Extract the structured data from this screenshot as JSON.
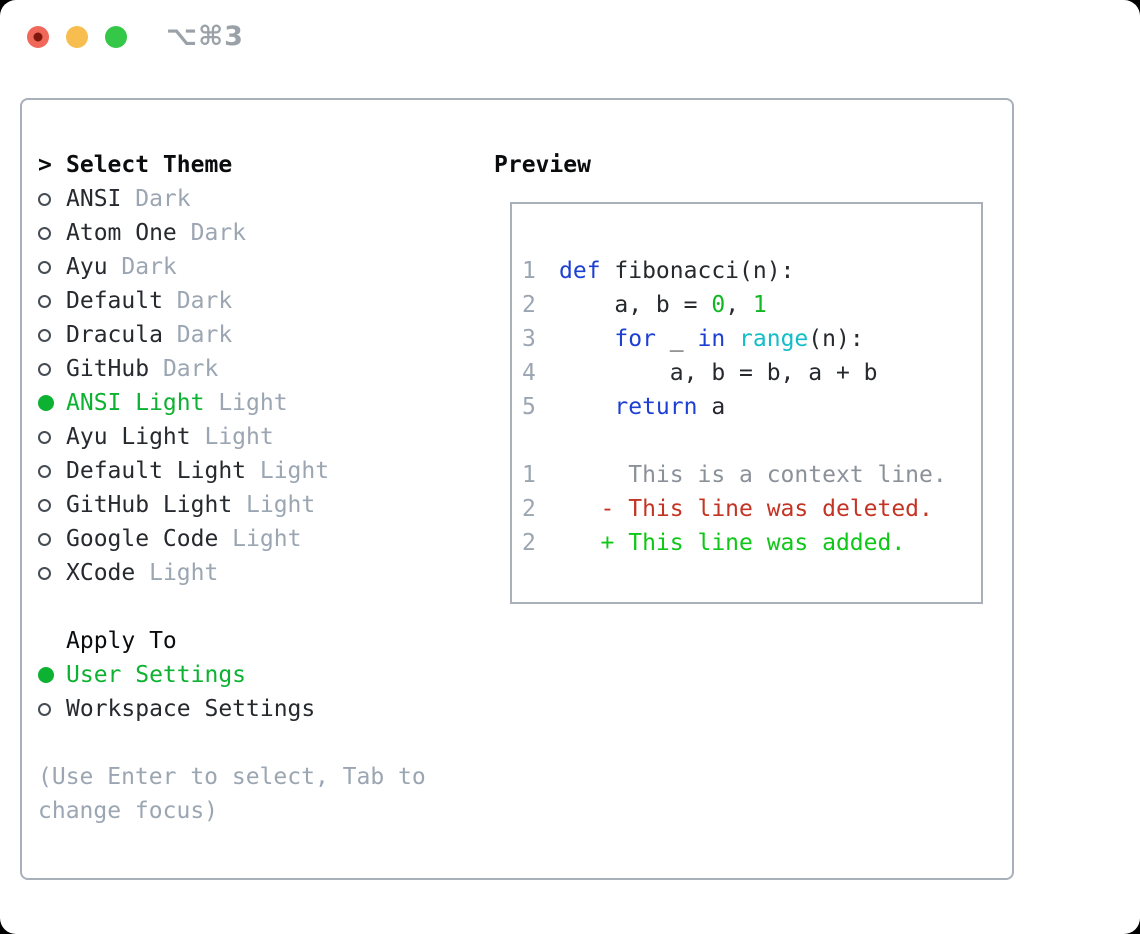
{
  "colors": {
    "fg": "#26292e",
    "header": "#0a0c0e",
    "muted": "#9ba6b2",
    "accent_green": "#0db232",
    "blue": "#1e40d2",
    "cyan": "#13bdc7",
    "number_green": "#12b821",
    "added_green": "#0fc718",
    "deleted_red": "#c43424",
    "context_gray": "#8b9199",
    "border": "#a9b0ba",
    "traffic_red": "#f0685a",
    "traffic_red_dot": "#7e180d",
    "traffic_yellow": "#f7bd4f",
    "traffic_green": "#34c748",
    "titlebar_text": "#9aa1a8"
  },
  "titlebar": {
    "shortcut": "⌥⌘3"
  },
  "theme_list": {
    "prompt": ">",
    "title": "Select Theme",
    "items": [
      {
        "name": "ANSI",
        "variant": "Dark",
        "selected": false
      },
      {
        "name": "Atom One",
        "variant": "Dark",
        "selected": false
      },
      {
        "name": "Ayu",
        "variant": "Dark",
        "selected": false
      },
      {
        "name": "Default",
        "variant": "Dark",
        "selected": false
      },
      {
        "name": "Dracula",
        "variant": "Dark",
        "selected": false
      },
      {
        "name": "GitHub",
        "variant": "Dark",
        "selected": false
      },
      {
        "name": "ANSI Light",
        "variant": "Light",
        "selected": true
      },
      {
        "name": "Ayu Light",
        "variant": "Light",
        "selected": false
      },
      {
        "name": "Default Light",
        "variant": "Light",
        "selected": false
      },
      {
        "name": "GitHub Light",
        "variant": "Light",
        "selected": false
      },
      {
        "name": "Google Code",
        "variant": "Light",
        "selected": false
      },
      {
        "name": "XCode",
        "variant": "Light",
        "selected": false
      }
    ]
  },
  "apply_to": {
    "title": "Apply To",
    "options": [
      {
        "label": "User Settings",
        "selected": true
      },
      {
        "label": "Workspace Settings",
        "selected": false
      }
    ]
  },
  "help_lines": [
    "(Use Enter to select, Tab to",
    "change focus)"
  ],
  "preview": {
    "title": "Preview",
    "lines": [
      {
        "no": "1",
        "segs": [
          [
            "def",
            "blue"
          ],
          [
            " fibonacci(n):",
            "fg"
          ]
        ]
      },
      {
        "no": "2",
        "segs": [
          [
            "    a, b = ",
            "fg"
          ],
          [
            "0",
            "number_green"
          ],
          [
            ", ",
            "fg"
          ],
          [
            "1",
            "number_green"
          ]
        ]
      },
      {
        "no": "3",
        "segs": [
          [
            "    ",
            "fg"
          ],
          [
            "for",
            "blue"
          ],
          [
            " _ ",
            "fg"
          ],
          [
            "in",
            "blue"
          ],
          [
            " ",
            "fg"
          ],
          [
            "range",
            "cyan"
          ],
          [
            "(n):",
            "fg"
          ]
        ]
      },
      {
        "no": "4",
        "segs": [
          [
            "        a, b = b, a + b",
            "fg"
          ]
        ]
      },
      {
        "no": "5",
        "segs": [
          [
            "    ",
            "fg"
          ],
          [
            "return",
            "blue"
          ],
          [
            " a",
            "fg"
          ]
        ]
      },
      {
        "no": "",
        "segs": []
      },
      {
        "no": "1",
        "segs": [
          [
            "     This is a context line.",
            "context_gray"
          ]
        ]
      },
      {
        "no": "2",
        "segs": [
          [
            "   - This line was deleted.",
            "deleted_red"
          ]
        ]
      },
      {
        "no": "2",
        "segs": [
          [
            "   + This line was added.",
            "added_green"
          ]
        ]
      }
    ]
  }
}
